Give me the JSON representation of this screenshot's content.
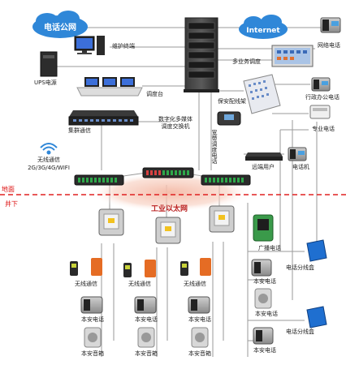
{
  "clouds": {
    "pstn": "电话公网",
    "internet": "Internet"
  },
  "labels": {
    "maint_terminal": "维护终端",
    "ups": "UPS电源",
    "dispatch_desk": "调度台",
    "cluster_comm": "集群通信",
    "multimedia_switch_1": "数字化多媒体",
    "multimedia_switch_2": "调度交换机",
    "wireless_1": "无线通信",
    "wireless_2": "2G/3G/4G/WIFI",
    "network_phone": "网络电话",
    "multi_service": "多业务调度",
    "distribution_box": "保安配线架",
    "admin_phone": "行政办公电话",
    "special_phone": "专业电话",
    "broadband_line": "宽带调度电话",
    "remote_user": "远端用户",
    "phone_set": "电话机",
    "surface": "地面",
    "underground": "井下",
    "industrial_ethernet": "工业以太网",
    "broadcast_phone": "广播电话",
    "phone_junction_1": "电话分线盒",
    "phone_junction_2": "电话分线盒",
    "safe_phone_r1": "本安电话",
    "safe_phone_r2": "本安电话",
    "safe_phone_r3": "本安电话",
    "wl_a": "无线通信",
    "wl_b": "无线通信",
    "wl_c": "无线通信",
    "sp_a": "本安电话",
    "sp_b": "本安电话",
    "sp_c": "本安电话",
    "sb_a": "本安音箱",
    "sb_b": "本安音箱",
    "sb_c": "本安音箱"
  },
  "colors": {
    "cloud": "#2f87d8",
    "line": "#9a9a9a",
    "divider": "#e02020",
    "ethernet_glow": "#f4b9a6",
    "junction": "#1f6fd0",
    "accent_red": "#d11"
  },
  "icons": [
    "computer-icon",
    "ups-icon",
    "server-rack-icon",
    "switch-icon",
    "wifi-icon",
    "phone-icon",
    "control-panel-icon",
    "speaker-icon",
    "radio-icon",
    "junction-box-icon"
  ]
}
